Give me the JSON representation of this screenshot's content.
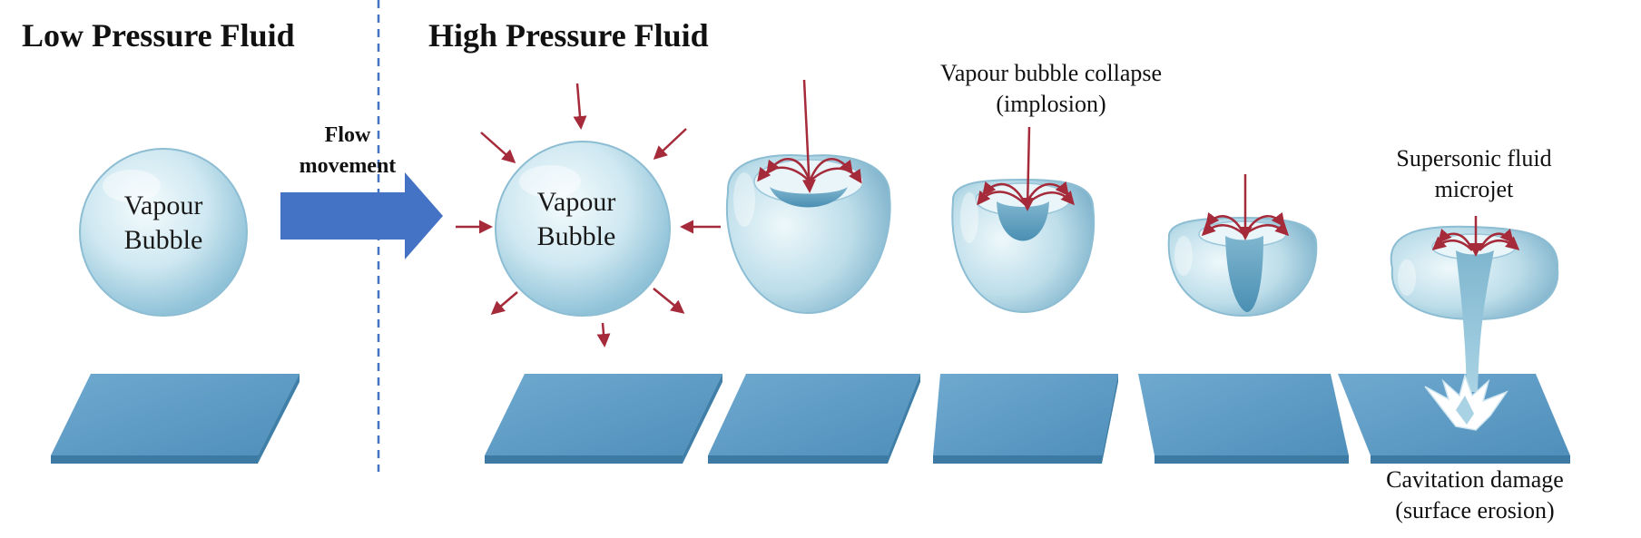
{
  "headings": {
    "low": "Low Pressure Fluid",
    "high": "High Pressure Fluid"
  },
  "flow": {
    "line1": "Flow",
    "line2": "movement"
  },
  "bubble_label": {
    "line1": "Vapour",
    "line2": "Bubble"
  },
  "annotations": {
    "collapse_line1": "Vapour bubble collapse",
    "collapse_line2": "(implosion)",
    "microjet_line1": "Supersonic fluid",
    "microjet_line2": "microjet",
    "damage_line1": "Cavitation  damage",
    "damage_line2": "(surface erosion)"
  },
  "colors": {
    "bubble": "#cfe8f1",
    "bubble_edge": "#7fb3cc",
    "plate": "#5a9bc4",
    "plate_edge": "#3d7aa3",
    "arrow_flow": "#4472c4",
    "pressure_arrow": "#a52a3a",
    "divider": "#4472c4"
  }
}
